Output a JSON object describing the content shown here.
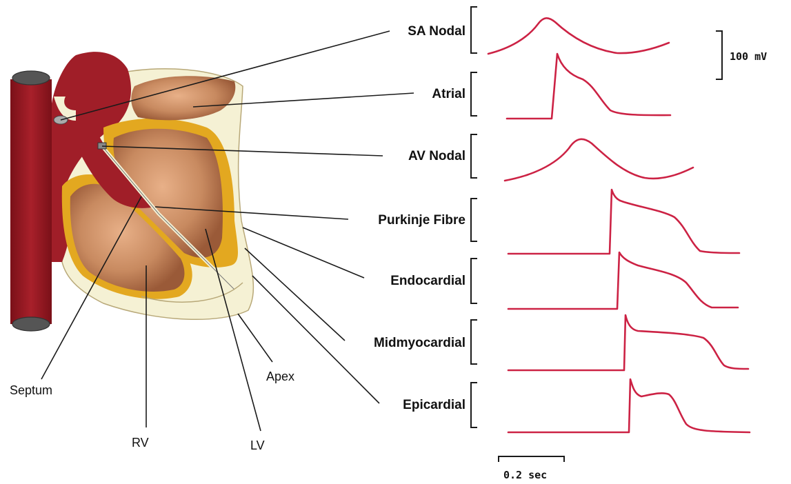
{
  "labels": {
    "sa_nodal": "SA Nodal",
    "atrial": "Atrial",
    "av_nodal": "AV Nodal",
    "purkinje": "Purkinje Fibre",
    "endocardial": "Endocardial",
    "midmyocardial": "Midmyocardial",
    "epicardial": "Epicardial",
    "septum": "Septum",
    "apex": "Apex",
    "rv": "RV",
    "lv": "LV"
  },
  "scale_bars": {
    "voltage": "100 mV",
    "time": "0.2 sec"
  },
  "colors": {
    "trace": "#cc2244",
    "vessel": "#9e1a22",
    "chamber": "#c0784a",
    "conduction": "#e8b020",
    "pericardium": "#f6f2d6"
  }
}
